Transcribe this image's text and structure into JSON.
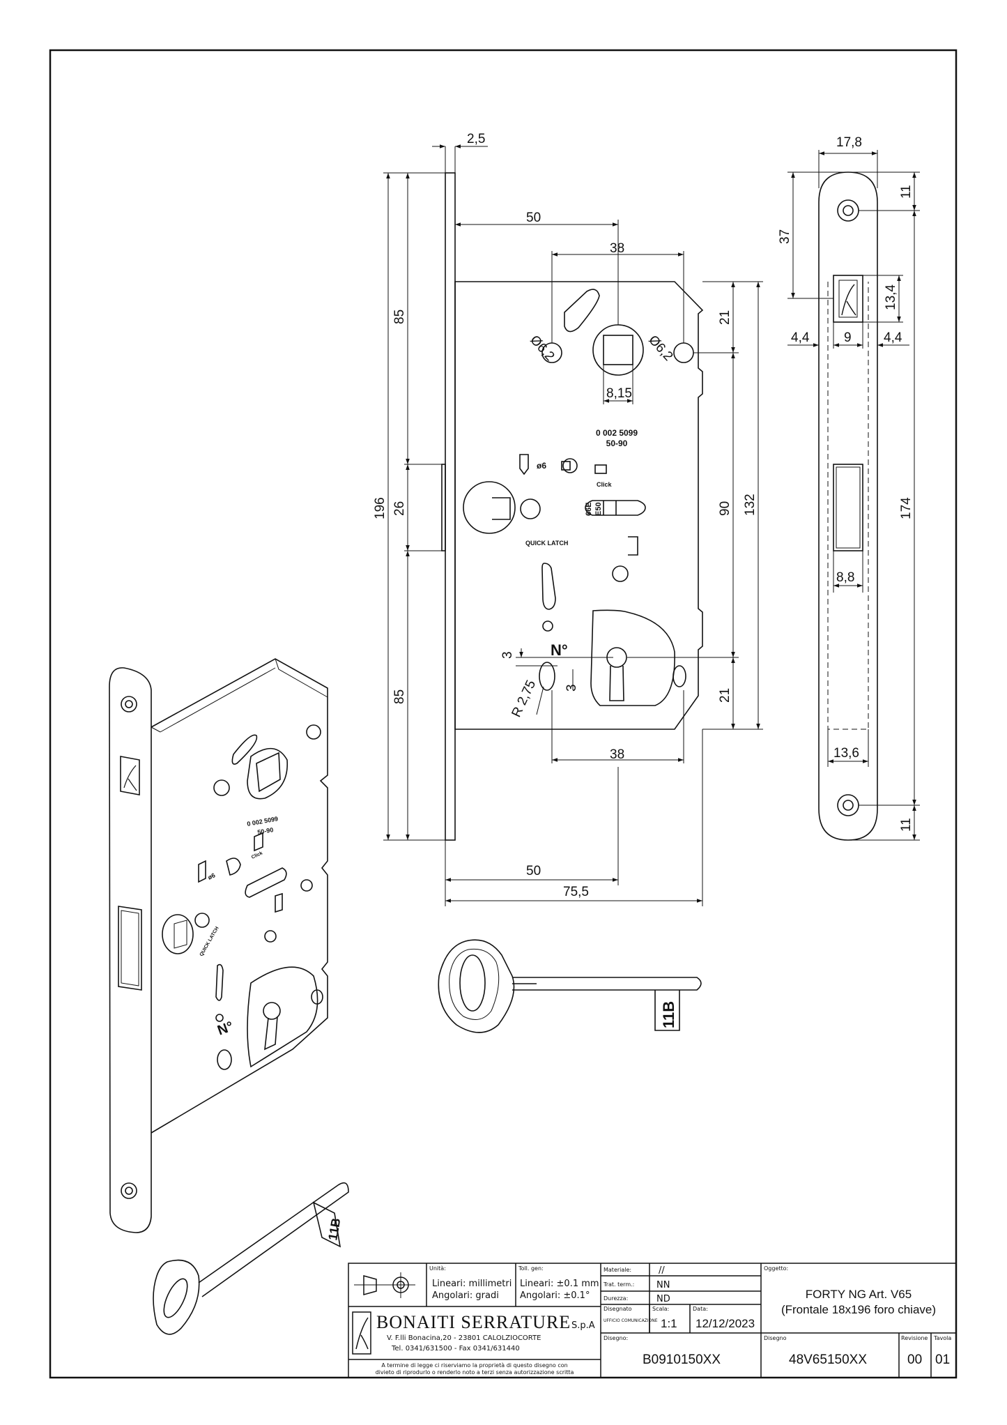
{
  "dimensions": {
    "front_thickness": "2,5",
    "backset_top": "50",
    "hub_to_screw": "38",
    "hole_diam_left": "Ø6,2",
    "hole_diam_right": "Ø6,2",
    "upper_screw_offset": "21",
    "square_size": "8,15",
    "centre_distance": "90",
    "case_height": "132",
    "upper_85": "85",
    "latch_26": "26",
    "front_196": "196",
    "lower_85": "85",
    "lower_screw_offset": "21",
    "key_3_top": "3",
    "key_3_bottom": "3",
    "key_radius": "R 2,75",
    "bottom_38": "38",
    "backset_bottom": "50",
    "case_depth": "75,5",
    "faceplate_width": "17,8",
    "screw_from_top": "11",
    "logo_position": "37",
    "logo_height": "13,4",
    "margin_left": "4,4",
    "logo_width": "9",
    "margin_right": "4,4",
    "latch_window": "8,8",
    "faceplate_174": "174",
    "bolt_window": "13,6",
    "screw_from_bottom": "11"
  },
  "case_markings": {
    "code": "0 002 5099",
    "range": "50-90",
    "diam6": "ø6",
    "click": "Click",
    "quick_latch": "QUICK LATCH",
    "e50": "E50",
    "e66": "66E",
    "number": "N°"
  },
  "key_tag": "11B",
  "iso_markings": {
    "code": "0 002 5099",
    "range": "50-90",
    "diam6": "ø6",
    "click": "Click",
    "quick_latch": "QUICK LATCH",
    "number": "N°",
    "key_tag": "11B"
  },
  "title_block": {
    "unita_label": "Unità:",
    "unita_linear": "Lineari: millimetri",
    "unita_angular": "Angolari: gradi",
    "toll_label": "Toll. gen:",
    "toll_linear": "Lineari: ±0.1 mm",
    "toll_angular": "Angolari: ±0.1°",
    "materiale_label": "Materiale:",
    "materiale_value": "//",
    "trat_label": "Trat. term.:",
    "trat_value": "NN",
    "durezza_label": "Durezza:",
    "durezza_value": "ND",
    "disegnato_label": "Disegnato",
    "disegnato_value": "UFFICIO COMUNICAZIONE",
    "scala_label": "Scala:",
    "scala_value": "1:1",
    "data_label": "Data:",
    "data_value": "12/12/2023",
    "disegno_label": "Disegno:",
    "disegno_value": "B0910150XX",
    "oggetto_label": "Oggetto:",
    "oggetto_line1": "FORTY NG Art. V65",
    "oggetto_line2": "(Frontale 18x196 foro chiave)",
    "disegno2_label": "Disegno",
    "disegno2_value": "48V65150XX",
    "revisione_label": "Revisione",
    "revisione_value": "00",
    "tavola_label": "Tavola",
    "tavola_value": "01",
    "company_name": "BONAITI SERRATURE",
    "company_suffix": "S.p.A",
    "company_address": "V. F.lli Bonacina,20 - 23801 CALOLZIOCORTE",
    "company_phone": "Tel. 0341/631500  -  Fax 0341/631440",
    "legal_line1": "A termine di legge ci riserviamo la proprietà di questo disegno con",
    "legal_line2": "divieto di riprodurlo o renderlo noto a terzi senza autorizzazione scritta"
  }
}
